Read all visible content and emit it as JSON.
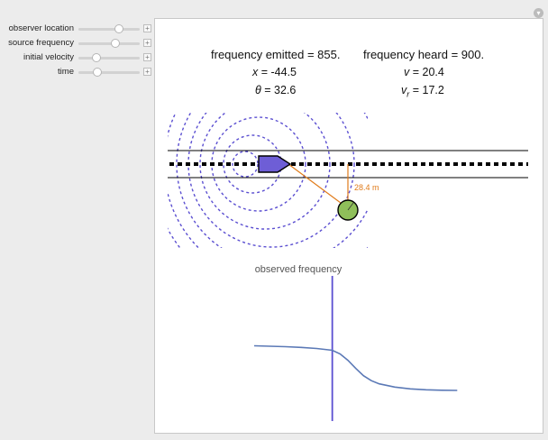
{
  "controls": [
    {
      "label": "observer location",
      "value": 0.66
    },
    {
      "label": "source frequency",
      "value": 0.6
    },
    {
      "label": "initial velocity",
      "value": 0.29
    },
    {
      "label": "time",
      "value": 0.31
    }
  ],
  "plus_symbol": "+",
  "options_symbol": "▾",
  "readout": {
    "emitted_label": "frequency emitted = ",
    "emitted_value": "855.",
    "heard_label": "frequency heard = ",
    "heard_value": "900.",
    "x_sym": "x",
    "x_value": "-44.5",
    "theta_sym": "θ",
    "theta_value": "32.6",
    "v_sym": "v",
    "v_value": "20.4",
    "vr_sym": "v",
    "vr_sub": "r",
    "vr_value": "17.2",
    "eq": " = "
  },
  "scene": {
    "distance_label": "28.4 m",
    "source_color": "#6e5ed6",
    "observer_color": "#8fbf5a",
    "wave_color": "#5b4fd1",
    "line_color": "#e07b1a"
  },
  "chart_data": {
    "type": "line",
    "title": "observed frequency",
    "x": [
      -1.0,
      -0.8,
      -0.6,
      -0.4,
      -0.2,
      0.0,
      0.1,
      0.2,
      0.3,
      0.4,
      0.5,
      0.6,
      0.8,
      1.0,
      1.2,
      1.4,
      1.6
    ],
    "y": [
      0.3,
      0.25,
      0.2,
      0.12,
      0.0,
      -0.2,
      -0.6,
      -1.3,
      -2.2,
      -3.0,
      -3.55,
      -3.9,
      -4.25,
      -4.45,
      -4.55,
      -4.6,
      -4.62
    ],
    "xlim": [
      -1.3,
      1.7
    ],
    "ylim": [
      -8,
      8
    ],
    "axis_color": "#5b4fd1",
    "line_color": "#5b79b6"
  }
}
